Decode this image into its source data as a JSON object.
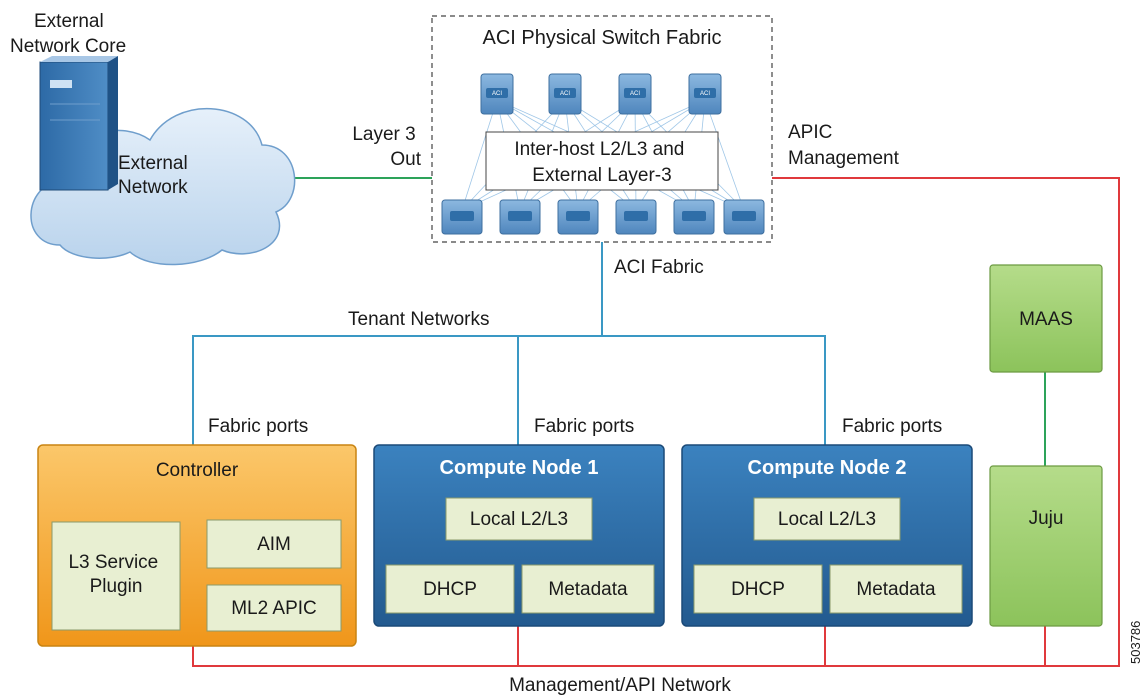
{
  "colors": {
    "external_link": "#2da35a",
    "fabric_link": "#3a98c4",
    "management_link": "#e0393c",
    "controller_fill": "#f5a623",
    "compute_fill": "#2f6ea8",
    "inner_box_fill": "#e8efd2",
    "maas_juju_fill": "#9ccf6a",
    "cloud_fill": "#cfe2f3"
  },
  "labels": {
    "external_network_core": [
      "External",
      "Network Core"
    ],
    "external_network": [
      "External",
      "Network"
    ],
    "layer3_out": [
      "Layer 3",
      "Out"
    ],
    "aci_physical_switch_fabric": "ACI Physical Switch Fabric",
    "inter_host": [
      "Inter-host L2/L3 and",
      "External Layer-3"
    ],
    "apic_management": [
      "APIC",
      "Management"
    ],
    "aci_fabric": "ACI Fabric",
    "tenant_networks": "Tenant Networks",
    "fabric_ports": "Fabric ports",
    "management_api_network": "Management/API Network",
    "figure_id": "503786"
  },
  "nodes": {
    "controller": {
      "title": "Controller",
      "components": [
        "L3 Service",
        "Plugin"
      ],
      "aim": "AIM",
      "ml2_apic": "ML2 APIC"
    },
    "compute_node_1": {
      "title": "Compute Node 1",
      "local": "Local L2/L3",
      "dhcp": "DHCP",
      "metadata": "Metadata"
    },
    "compute_node_2": {
      "title": "Compute Node 2",
      "local": "Local L2/L3",
      "dhcp": "DHCP",
      "metadata": "Metadata"
    },
    "maas": "MAAS",
    "juju": "Juju"
  },
  "icons": {
    "server": "server-icon",
    "cloud": "cloud-icon",
    "switch": "switch-icon",
    "switch_label": "ACI"
  }
}
